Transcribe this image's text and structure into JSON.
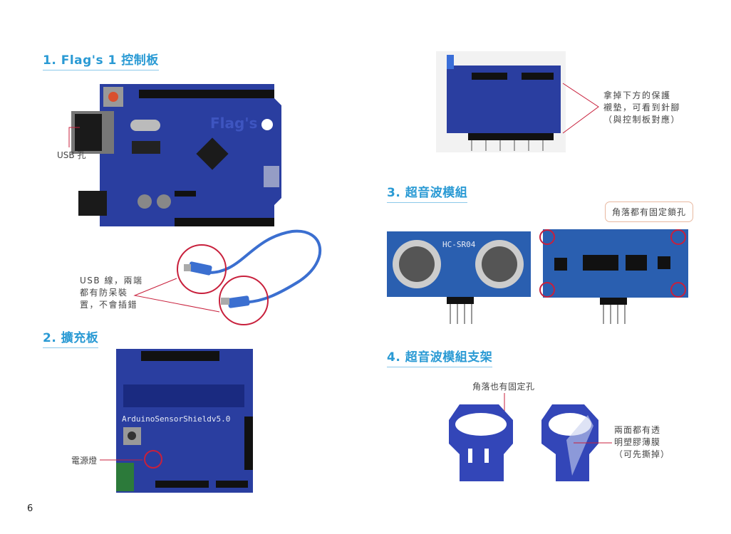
{
  "page_number": "6",
  "sections": [
    {
      "heading": "1. Flag's 1 控制板"
    },
    {
      "heading": "2. 擴充板"
    },
    {
      "heading": "3. 超音波模組"
    },
    {
      "heading": "4. 超音波模組支架"
    }
  ],
  "board": {
    "usb_label": "USB 孔",
    "cable_note": [
      "USB 線，兩端",
      "都有防呆裝",
      "置，不會插錯"
    ]
  },
  "shield": {
    "power_led_label": "電源燈"
  },
  "shield_back": {
    "note": [
      "拿掉下方的保護",
      "襯墊，可看到針腳",
      "（與控制板對應）"
    ]
  },
  "sensor": {
    "callout": "角落都有固定鎖孔"
  },
  "bracket": {
    "corner_note": "角落也有固定孔",
    "film_note": [
      "兩面都有透",
      "明塑膠薄膜",
      "（可先撕掉）"
    ]
  },
  "colors": {
    "heading": "#2a9ad4",
    "accent_red": "#c8203c",
    "pcb_blue": "#2a3ea0"
  }
}
